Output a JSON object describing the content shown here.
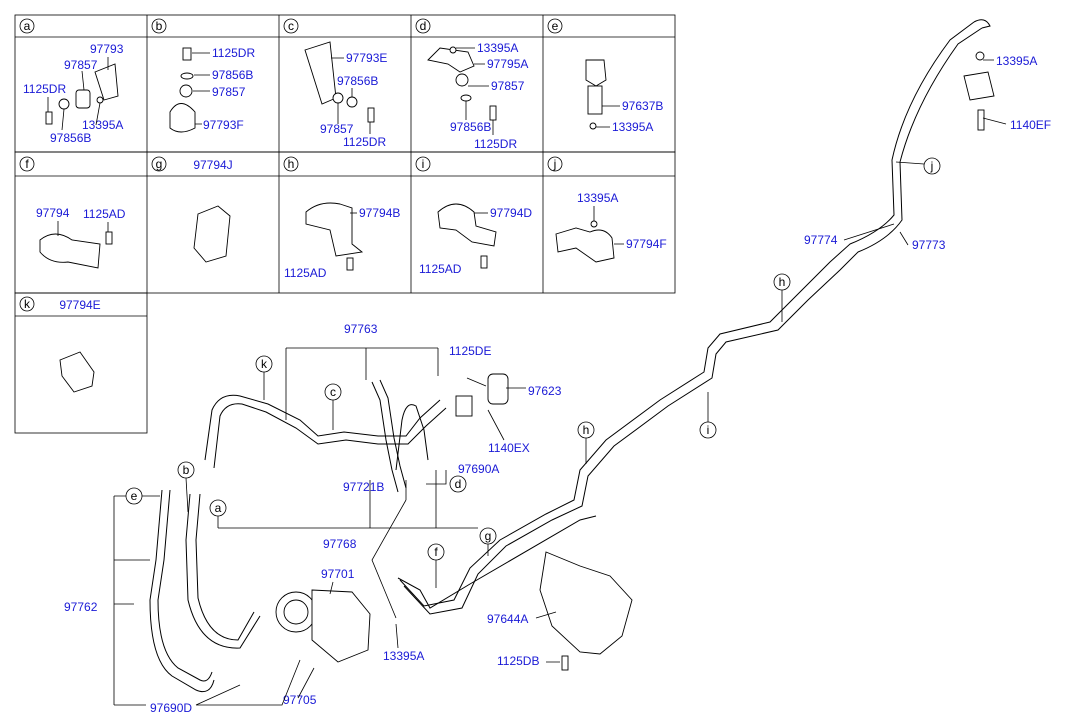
{
  "diagram": {
    "colors": {
      "part_number": "#1a1ad6",
      "line": "#000000",
      "background": "#ffffff"
    },
    "detail_boxes": [
      {
        "letter": "a",
        "title": "",
        "parts": [
          "97793",
          "97857",
          "1125DR",
          "13395A",
          "97856B"
        ]
      },
      {
        "letter": "b",
        "title": "",
        "parts": [
          "1125DR",
          "97856B",
          "97857",
          "97793F"
        ]
      },
      {
        "letter": "c",
        "title": "",
        "parts": [
          "97793E",
          "97856B",
          "97857",
          "1125DR"
        ]
      },
      {
        "letter": "d",
        "title": "",
        "parts": [
          "13395A",
          "97795A",
          "97857",
          "97856B",
          "1125DR"
        ]
      },
      {
        "letter": "e",
        "title": "",
        "parts": [
          "97637B",
          "13395A"
        ]
      },
      {
        "letter": "f",
        "title": "",
        "parts": [
          "97794",
          "1125AD"
        ]
      },
      {
        "letter": "g",
        "title": "97794J",
        "parts": []
      },
      {
        "letter": "h",
        "title": "",
        "parts": [
          "97794B",
          "1125AD"
        ]
      },
      {
        "letter": "i",
        "title": "",
        "parts": [
          "97794D",
          "1125AD"
        ]
      },
      {
        "letter": "j",
        "title": "",
        "parts": [
          "13395A",
          "97794F"
        ]
      },
      {
        "letter": "k",
        "title": "97794E",
        "parts": []
      }
    ],
    "main_labels": {
      "p97763": "97763",
      "p1125DE": "1125DE",
      "p97623": "97623",
      "p1140EX": "1140EX",
      "p97690A": "97690A",
      "p97721B": "97721B",
      "p97768": "97768",
      "p97701": "97701",
      "p97762": "97762",
      "p97690D": "97690D",
      "p97705": "97705",
      "p13395A": "13395A",
      "p97644A": "97644A",
      "p1125DB": "1125DB",
      "p97774": "97774",
      "p97773": "97773",
      "p13395A_top": "13395A",
      "p1140EF": "1140EF"
    },
    "main_letters": {
      "k": "k",
      "c": "c",
      "b": "b",
      "e": "e",
      "a": "a",
      "d": "d",
      "f": "f",
      "g": "g",
      "h1": "h",
      "h2": "h",
      "i": "i",
      "j": "j"
    }
  }
}
